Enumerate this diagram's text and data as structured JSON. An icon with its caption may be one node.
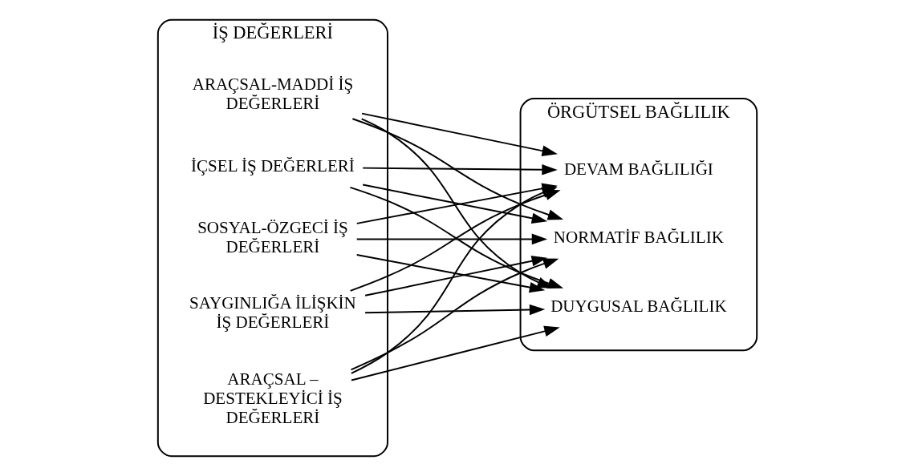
{
  "diagram": {
    "nodes": [
      {
        "text": [
          "İŞ DEĞERLERİ"
        ]
      },
      {
        "text": [
          "ARAÇSAL – DESTEKLEYİCİ İŞ DEĞERLERİ"
        ],
        "in": 0
      },
      {
        "text": [
          "ARAÇSAL-MADDİ İŞ DEĞERLERİ"
        ],
        "in": 0
      },
      {
        "text": [
          "İÇSEL İŞ DEĞERLERİ"
        ],
        "in": 0
      },
      {
        "text": [
          "SOSYAL-ÖZGECİ İŞ DEĞERLERİ"
        ],
        "in": 0
      },
      {
        "text": [
          "SAYGINLIĞA İLİŞKİN İŞ DEĞERLERİ"
        ],
        "in": 0
      },
      {
        "text": [
          "ÖRGÜTSEL BAĞLILIK"
        ]
      },
      {
        "text": [
          "DUYGUSAL BAĞLILIK"
        ],
        "in": 6
      },
      {
        "text": [
          "DEVAM BAĞLILIĞI"
        ],
        "in": 6
      },
      {
        "text": [
          "NORMATİF BAĞLILIK"
        ],
        "in": 6
      }
    ],
    "edges": [
      {
        "from": 1,
        "to": 7,
        "arrow": "to"
      },
      {
        "from": 1,
        "to": 8,
        "arrow": "to"
      },
      {
        "from": 1,
        "to": 9,
        "arrow": "to"
      },
      {
        "from": 2,
        "to": 7,
        "arrow": "to"
      },
      {
        "from": 2,
        "to": 8,
        "arrow": "to"
      },
      {
        "from": 2,
        "to": 9,
        "arrow": "to"
      },
      {
        "from": 3,
        "to": 7,
        "arrow": "to"
      },
      {
        "from": 3,
        "to": 8,
        "arrow": "to"
      },
      {
        "from": 3,
        "to": 9,
        "arrow": "to"
      },
      {
        "from": 4,
        "to": 7,
        "arrow": "to"
      },
      {
        "from": 4,
        "to": 8,
        "arrow": "to"
      },
      {
        "from": 4,
        "to": 9,
        "arrow": "to"
      },
      {
        "from": 5,
        "to": 7,
        "arrow": "to"
      },
      {
        "from": 5,
        "to": 8,
        "arrow": "to"
      },
      {
        "from": 5,
        "to": 9,
        "arrow": "to"
      }
    ]
  }
}
